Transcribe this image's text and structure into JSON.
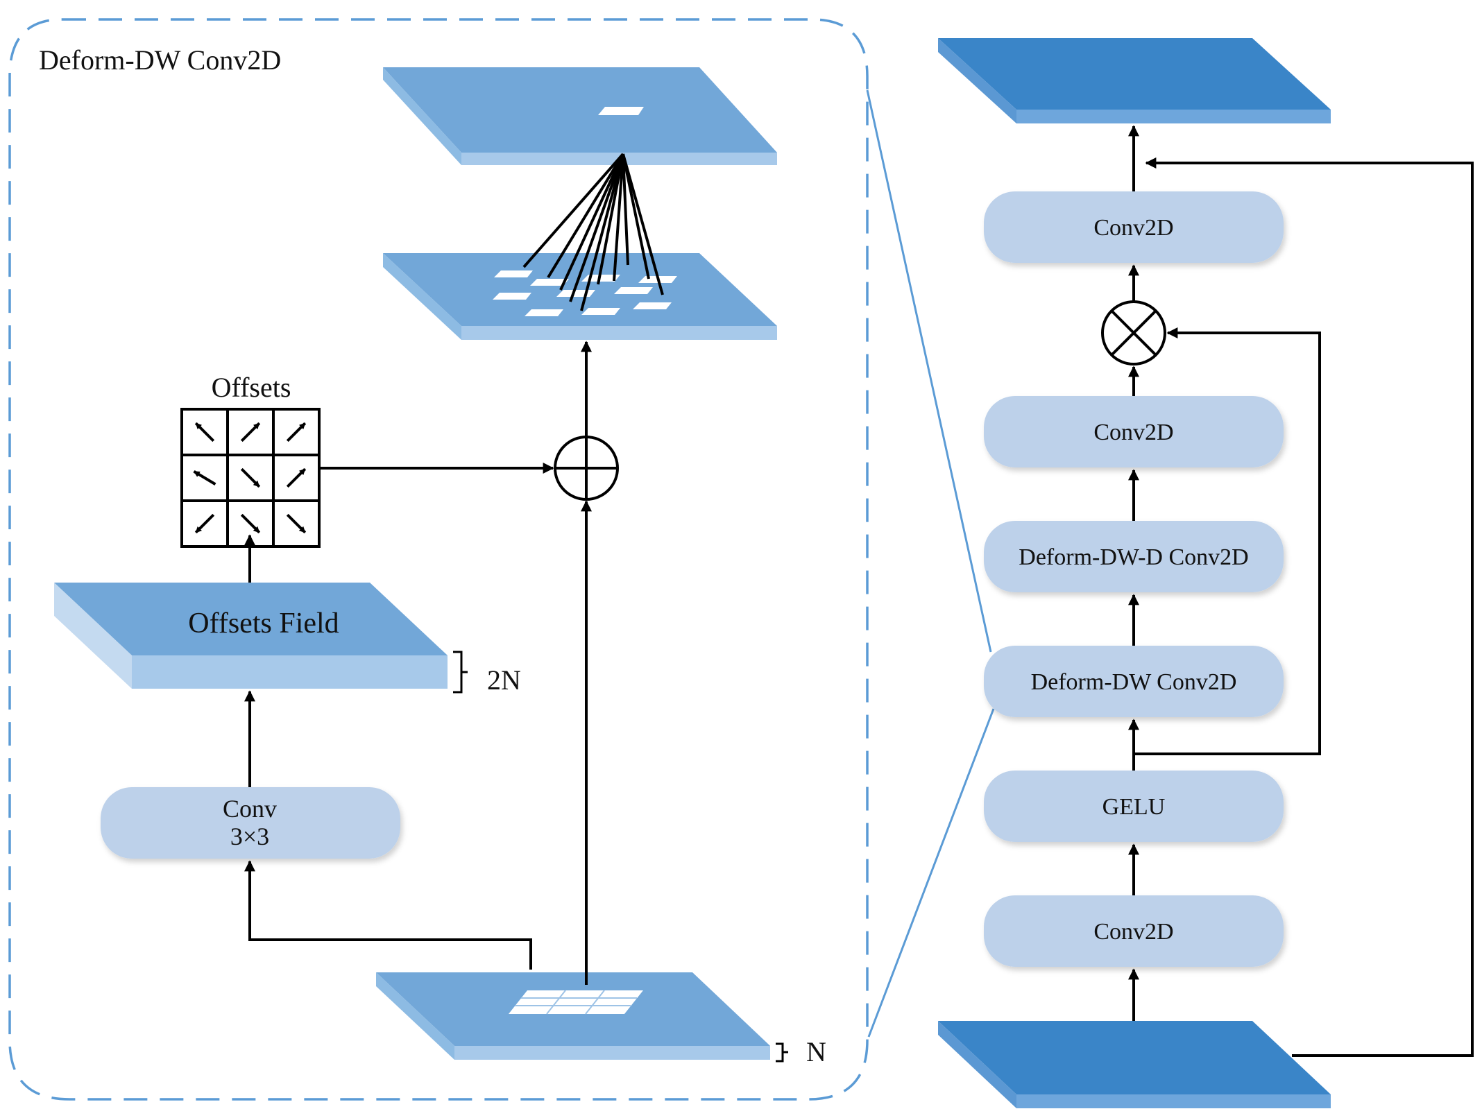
{
  "colors": {
    "panel_border": "#5b9bd5",
    "plane_top_light": "#72a7d8",
    "plane_side_light": "#a7c9ea",
    "plane_top_dark": "#3a85c8",
    "plane_side_dark": "#6ea6dc",
    "block_fill": "#bdd1ea",
    "line": "#000000"
  },
  "left_panel": {
    "title": "Deform-DW Conv2D",
    "offsets_label": "Offsets",
    "offsets_field_label": "Offsets Field",
    "dim_2n": "2N",
    "dim_n": "N",
    "conv_line1": "Conv",
    "conv_line2": "3×3",
    "plus_icon": "circle-plus-icon",
    "offset_arrows": [
      "arrow-up-left",
      "arrow-up-right",
      "arrow-up-right",
      "arrow-left-up",
      "arrow-down-right",
      "arrow-up-right",
      "arrow-down-left",
      "arrow-down-right",
      "arrow-down-right"
    ]
  },
  "right_panel": {
    "blocks": [
      "Conv2D",
      "Conv2D",
      "Deform-DW-D Conv2D",
      "Deform-DW Conv2D",
      "GELU",
      "Conv2D"
    ],
    "multiply_icon": "circle-times-icon"
  }
}
